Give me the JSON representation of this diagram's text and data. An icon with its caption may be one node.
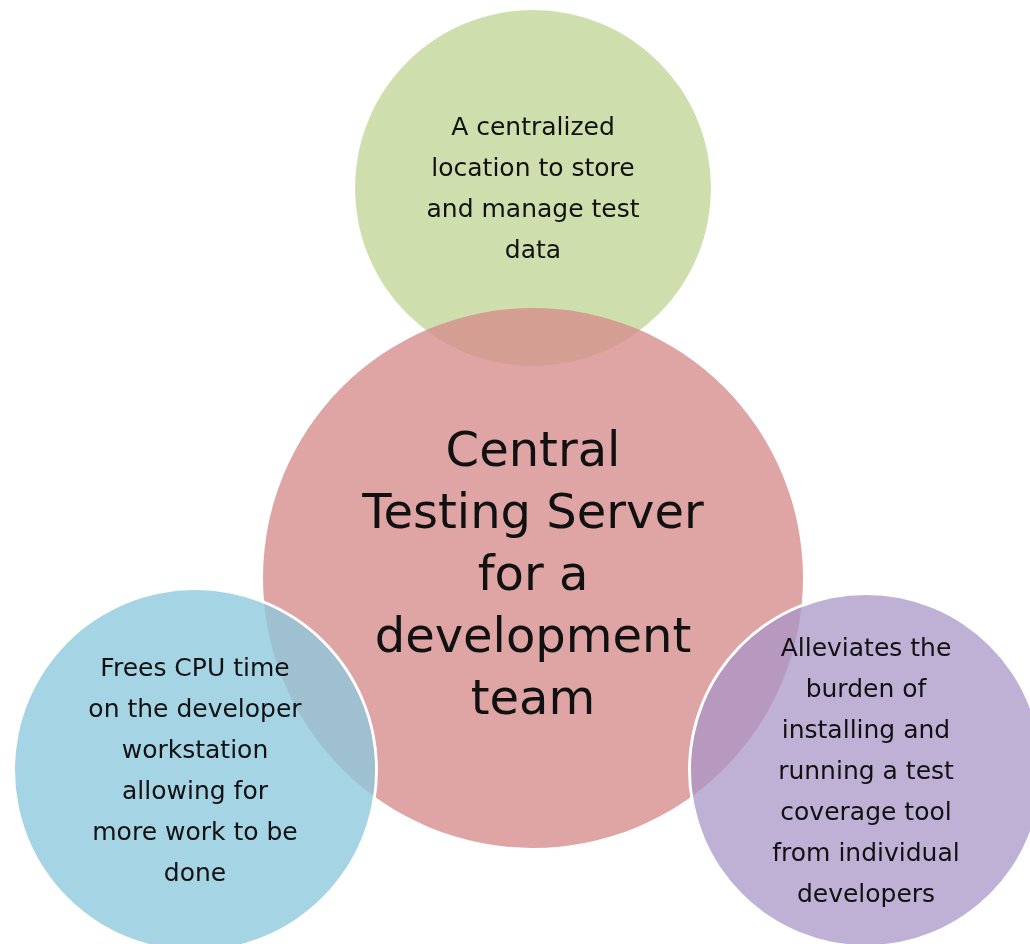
{
  "diagram": {
    "nodes": [
      {
        "text": [
          "A centralized location to store and manage test data"
        ]
      },
      {
        "text": [
          "Central Testing Server for a development team"
        ]
      },
      {
        "text": [
          "Frees CPU time on the developer workstation allowing for more work to be done"
        ]
      },
      {
        "text": [
          "Alleviates the burden of installing and running a test coverage tool from individual developers"
        ]
      }
    ]
  }
}
